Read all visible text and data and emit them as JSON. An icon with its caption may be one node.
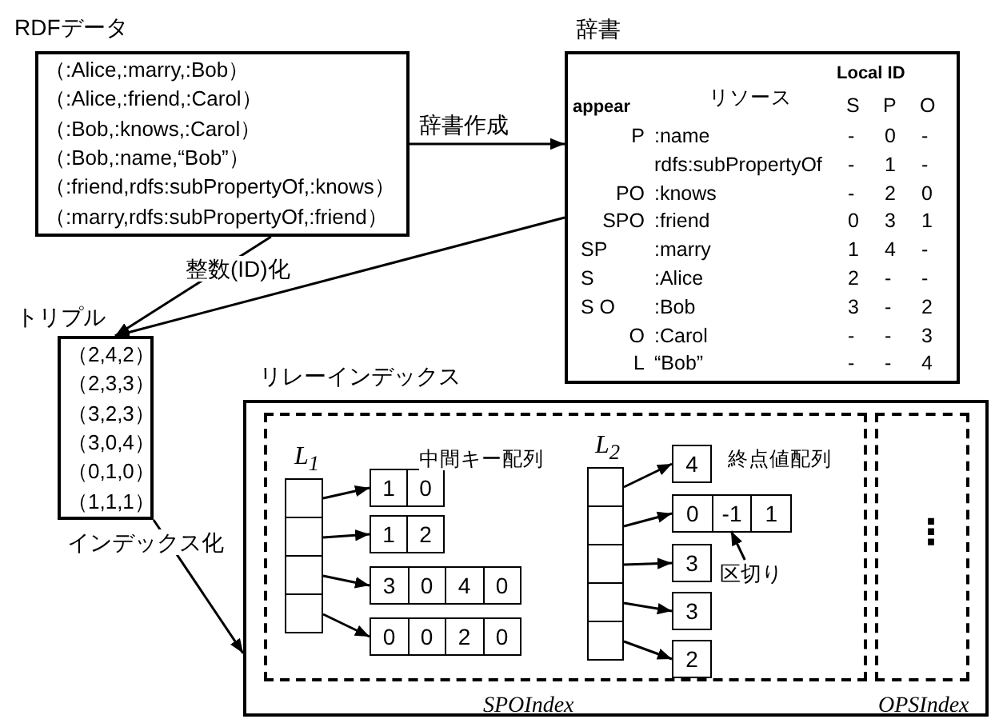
{
  "diagram": {
    "nodes": [
      {
        "text": [
          "RDFデータ",
          "（:Alice,:marry,:Bob）",
          "（:Alice,:friend,:Carol）",
          "（:Bob,:knows,:Carol）",
          "（:Bob,:name,“Bob”）",
          "（:friend,rdfs:subPropertyOf,:knows）",
          "（:marry,rdfs:subPropertyOf,:friend）"
        ]
      },
      {
        "text": [
          "辞書",
          "Local ID",
          "appear",
          "リソース",
          "S",
          "P",
          "O",
          "P",
          ":name",
          "-",
          "0",
          "-",
          "rdfs:subPropertyOf",
          "-",
          "1",
          "-",
          "PO",
          ":knows",
          "-",
          "2",
          "0",
          "SPO",
          ":friend",
          "0",
          "3",
          "1",
          "SP",
          ":marry",
          "1",
          "4",
          "-",
          "S",
          ":Alice",
          "2",
          "-",
          "-",
          "S O",
          ":Bob",
          "3",
          "-",
          "2",
          "O",
          ":Carol",
          "-",
          "-",
          "3",
          "L",
          "“Bob”",
          "-",
          "-",
          "4"
        ]
      },
      {
        "text": [
          "トリプル",
          "（2,4,2）",
          "（2,3,3）",
          "（3,2,3）",
          "（3,0,4）",
          "（0,1,0）",
          "（1,1,1）"
        ]
      },
      {
        "text": [
          "リレーインデックス"
        ]
      },
      {
        "text": [
          "SPOIndex"
        ],
        "in": 3
      },
      {
        "text": [
          "⋮",
          "OPSIndex"
        ],
        "in": 3
      },
      {
        "text": [
          "L$_{1}$"
        ],
        "in": 4
      },
      {
        "text": [],
        "shape": "box",
        "in": 6
      },
      {
        "text": [],
        "shape": "box",
        "in": 6
      },
      {
        "text": [],
        "shape": "box",
        "in": 6
      },
      {
        "text": [],
        "shape": "box",
        "in": 6
      },
      {
        "text": [
          "1",
          "0"
        ],
        "in": 4
      },
      {
        "text": [
          "1",
          "2"
        ],
        "in": 4
      },
      {
        "text": [
          "3",
          "0",
          "4",
          "0"
        ],
        "in": 4
      },
      {
        "text": [
          "0",
          "0",
          "2",
          "0"
        ],
        "in": 4
      },
      {
        "text": [
          "L$_{2}$"
        ],
        "in": 4
      },
      {
        "text": [],
        "shape": "box",
        "in": 15
      },
      {
        "text": [],
        "shape": "box",
        "in": 15
      },
      {
        "text": [],
        "shape": "box",
        "in": 15
      },
      {
        "text": [],
        "shape": "box",
        "in": 15
      },
      {
        "text": [],
        "shape": "box",
        "in": 15
      },
      {
        "text": [
          "4"
        ],
        "in": 4
      },
      {
        "text": [
          "0",
          "-1",
          "1"
        ],
        "in": 4
      },
      {
        "text": [
          "3"
        ],
        "in": 4
      },
      {
        "text": [
          "3"
        ],
        "in": 4
      },
      {
        "text": [
          "2"
        ],
        "in": 4
      },
      {
        "text": [
          "区切り"
        ],
        "in": 4
      }
    ],
    "edges": [
      {
        "from": 0,
        "to": 1,
        "arrow": "to",
        "label": "辞書作成"
      },
      {
        "from": 0,
        "to": 2,
        "arrow": "to",
        "label": "整数(ID)化"
      },
      {
        "from": 1,
        "to": 2,
        "arrow": "to"
      },
      {
        "from": 2,
        "to": 3,
        "arrow": "to",
        "label": "インデックス化"
      },
      {
        "from": 7,
        "to": 11,
        "arrow": "to"
      },
      {
        "from": 8,
        "to": 12,
        "arrow": "to"
      },
      {
        "from": 9,
        "to": 13,
        "arrow": "to"
      },
      {
        "from": 10,
        "to": 14,
        "arrow": "to"
      },
      {
        "from": 16,
        "to": 21,
        "arrow": "to"
      },
      {
        "from": 17,
        "to": 22,
        "arrow": "to"
      },
      {
        "from": 18,
        "to": 23,
        "arrow": "to"
      },
      {
        "from": 19,
        "to": 24,
        "arrow": "to"
      },
      {
        "from": 20,
        "to": 25,
        "arrow": "to"
      },
      {
        "from": 26,
        "to": null,
        "arrow": "to"
      }
    ],
    "labels": [
      "中間キー配列",
      "終点値配列"
    ]
  }
}
